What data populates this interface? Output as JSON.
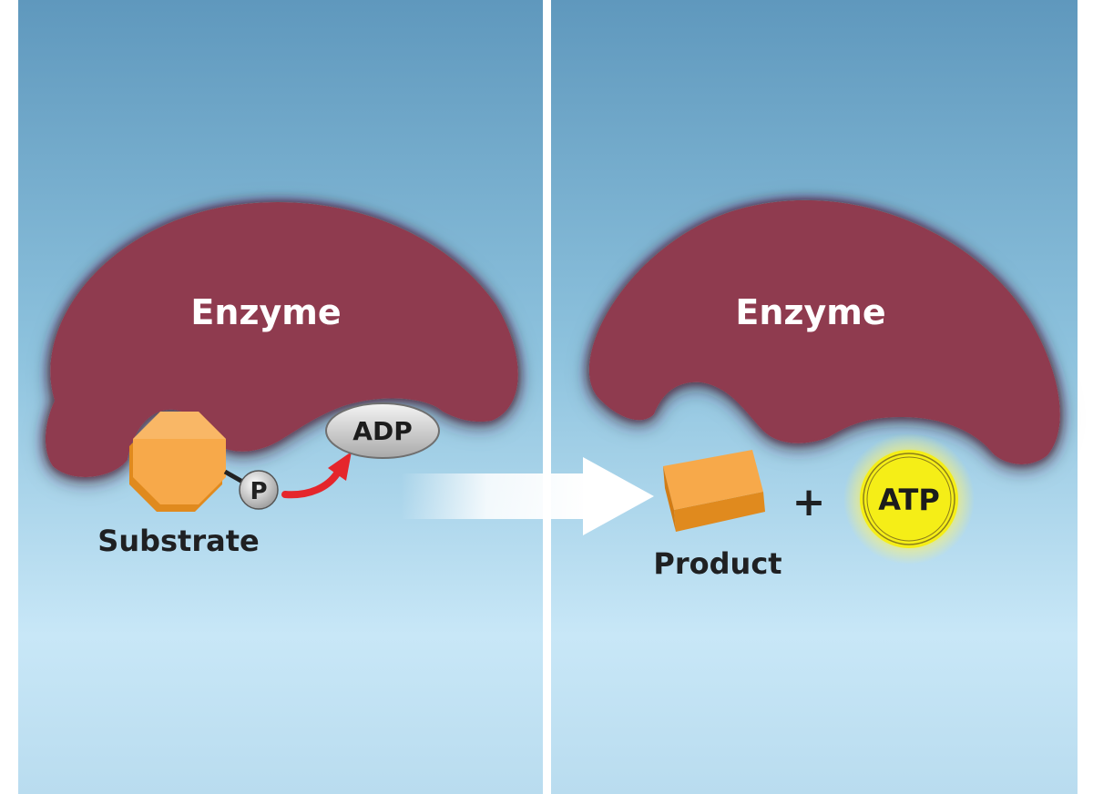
{
  "left_panel": {
    "enzyme_label": "Enzyme",
    "substrate_label": "Substrate",
    "phosphate_label": "P",
    "adp_label": "ADP"
  },
  "right_panel": {
    "enzyme_label": "Enzyme",
    "product_label": "Product",
    "plus_label": "+",
    "atp_label": "ATP"
  },
  "colors": {
    "enzyme": "#8f3b4f",
    "enzyme_dark": "#5e1a30",
    "background_top": "#5e98bd",
    "background_bottom": "#cbe8f8",
    "substrate": "#f7a94a",
    "substrate_edge": "#e08a1e",
    "atp_glow": "#f4ee1a",
    "reaction_arrow": "#e5262c"
  }
}
